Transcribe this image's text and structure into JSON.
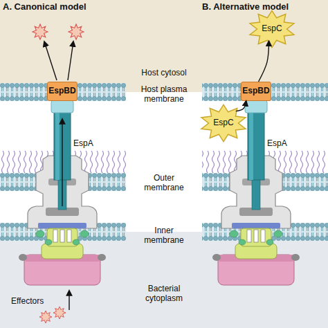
{
  "diagram": {
    "nodes": [
      {
        "text": [
          "EspBD"
        ]
      },
      {
        "text": [
          "EspBD"
        ]
      },
      {
        "text": [
          "EspC"
        ]
      },
      {
        "text": [
          "EspC"
        ]
      }
    ],
    "edges": [
      {
        "from": 3,
        "to": 1,
        "arrow": "to"
      },
      {
        "from": 1,
        "to": 2,
        "arrow": "to"
      }
    ],
    "labels": [
      "A. Canonical model",
      "B. Alternative model",
      "Host cytosol",
      "Host plasma membrane",
      "EspA",
      "EspA",
      "Outer membrane",
      "Inner membrane",
      "Effectors",
      "Bacterial cytoplasm"
    ]
  }
}
